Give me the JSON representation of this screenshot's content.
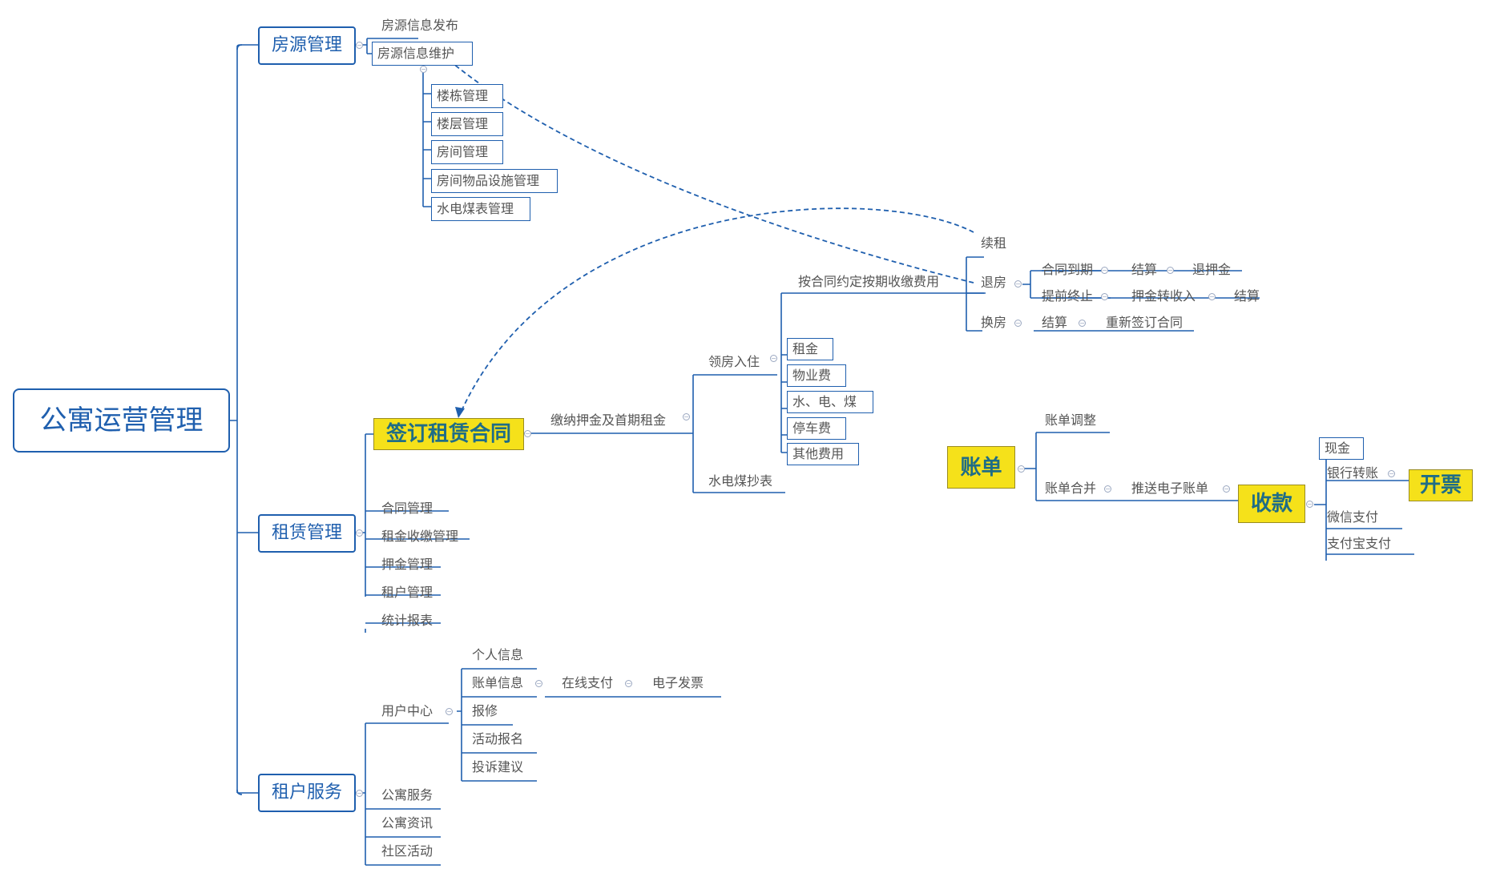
{
  "root": "公寓运营管理",
  "branches": {
    "housing": {
      "label": "房源管理",
      "publish": "房源信息发布",
      "maintain": "房源信息维护",
      "sub": [
        "楼栋管理",
        "楼层管理",
        "房间管理",
        "房间物品设施管理",
        "水电煤表管理"
      ]
    },
    "leasing": {
      "label": "租赁管理",
      "contract": "签订租赁合同",
      "deposit": "缴纳押金及首期租金",
      "checkin": "领房入住",
      "meter": "水电煤抄表",
      "periodic": "按合同约定按期收缴费用",
      "fees": [
        "租金",
        "物业费",
        "水、电、煤",
        "停车费",
        "其他费用"
      ],
      "renew": "续租",
      "checkout": "退房",
      "expire": "合同到期",
      "settle": "结算",
      "refund": "退押金",
      "early": "提前终止",
      "forfeit": "押金转收入",
      "settle2": "结算",
      "change": "换房",
      "settle3": "结算",
      "resign": "重新签订合同",
      "items": [
        "合同管理",
        "租金收缴管理",
        "押金管理",
        "租户管理",
        "统计报表"
      ]
    },
    "service": {
      "label": "租户服务",
      "usercenter": "用户中心",
      "uc_items": [
        "个人信息",
        "账单信息",
        "报修",
        "活动报名",
        "投诉建议"
      ],
      "pay": "在线支付",
      "invoice": "电子发票",
      "others": [
        "公寓服务",
        "公寓资讯",
        "社区活动"
      ]
    }
  },
  "billing": {
    "bill": "账单",
    "adjust": "账单调整",
    "merge": "账单合并",
    "push": "推送电子账单",
    "collect": "收款",
    "methods": [
      "现金",
      "银行转账",
      "微信支付",
      "支付宝支付"
    ],
    "invoice": "开票"
  },
  "colors": {
    "primary": "#1f5fae",
    "highlight": "#f5e11a",
    "line": "#1f5fae",
    "text": "#555555"
  }
}
